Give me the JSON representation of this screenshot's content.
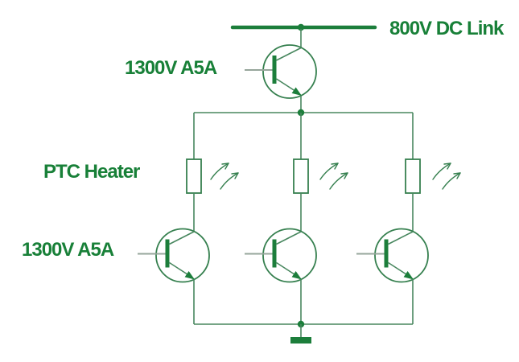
{
  "labels": {
    "dc_link": "800V DC Link",
    "top_transistor_rating": "1300V A5A",
    "ptc_heater": "PTC Heater",
    "bottom_transistor_rating": "1300V A5A"
  },
  "colors": {
    "dark": "#1c7e3b",
    "text": "#188038",
    "wire": "#48875f",
    "symbol": "#36804f",
    "lead": "#96a69b",
    "bg": "#ffffff"
  },
  "icons": {
    "heat_radiation": "curved-heat-arrows",
    "ground": "earth-ground-bar",
    "junction": "connection-dot",
    "transistor": "npn-transistor-symbol",
    "heater_element": "resistor-box"
  }
}
